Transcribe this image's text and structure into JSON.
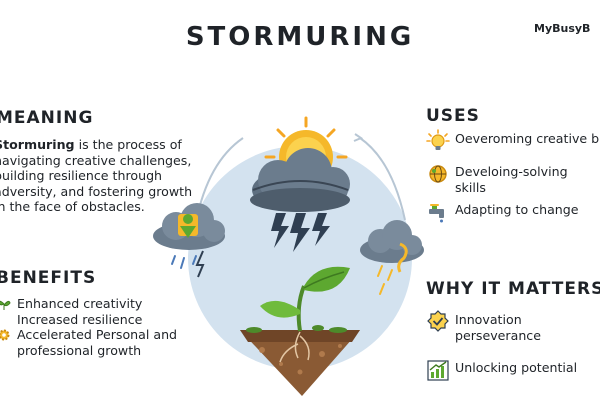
{
  "title": "STORMURING",
  "brand": "MyBusyB",
  "meaning": {
    "heading": "MEANING",
    "term": "Stormuring",
    "text": " is the process of navigating creative challenges, building resilience through adversity, and fostering growth in the face of obstacles."
  },
  "benefits": {
    "heading": "BENEFITS",
    "items": [
      "Enhanced creativity",
      "Increased resilience",
      "Accelerated Personal and professional growth"
    ]
  },
  "uses": {
    "heading": "USES",
    "items": [
      "Oeveroming creative blo",
      "Develoing-solving skills",
      "Adapting to change"
    ]
  },
  "why_it_matters": {
    "heading": "WHY IT MATTERS",
    "items": [
      "Innovation perseverance",
      "Unlocking potential"
    ]
  },
  "colors": {
    "sky": "#d3e2ef",
    "cloud": "#5e6f80",
    "sun": "#f5b82a",
    "lightning": "#2f3f52",
    "leaf": "#5da830",
    "soil": "#8a5a34"
  },
  "icons": [
    "lightbulb-icon",
    "globe-icon",
    "faucet-icon",
    "badge-check-icon",
    "chart-up-icon",
    "gear-icon",
    "sprout-icon",
    "sun-icon",
    "storm-cloud-icon",
    "rain-cloud-icon"
  ]
}
